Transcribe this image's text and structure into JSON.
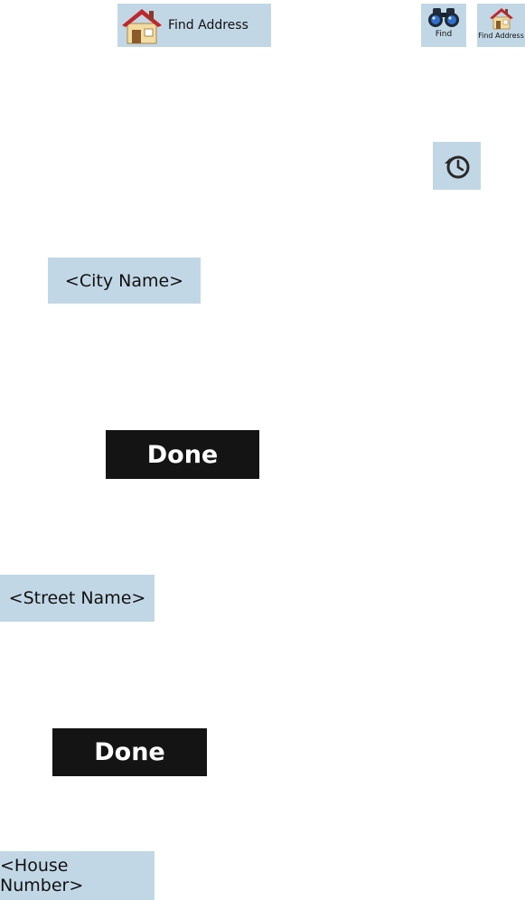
{
  "toolbar": {
    "find_address_label": "Find Address",
    "find_label": "Find",
    "find_address_small_label": "Find Address"
  },
  "fields": {
    "city_name": "<City Name>",
    "street_name": "<Street Name>",
    "house_number": "<House Number>"
  },
  "actions": {
    "done_1": "Done",
    "done_2": "Done"
  },
  "icons": {
    "house": "house-icon",
    "binoculars": "binoculars-icon",
    "history": "history-icon"
  },
  "colors": {
    "button_bg": "#c2d7e6",
    "done_bg": "#141414",
    "house_roof": "#c0262b",
    "house_wall": "#f2dca0"
  }
}
